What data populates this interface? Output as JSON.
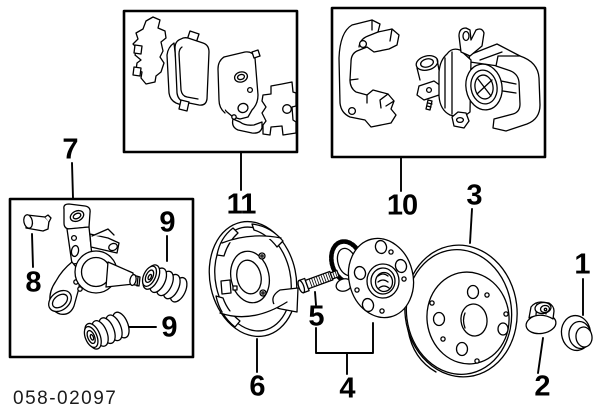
{
  "colors": {
    "ink": "#000000",
    "paper": "#ffffff"
  },
  "part_code": "058-02097",
  "callouts": {
    "c1": "1",
    "c2": "2",
    "c3": "3",
    "c4": "4",
    "c5": "5",
    "c6": "6",
    "c7": "7",
    "c8": "8",
    "c9a": "9",
    "c9b": "9",
    "c10": "10",
    "c11": "11"
  }
}
